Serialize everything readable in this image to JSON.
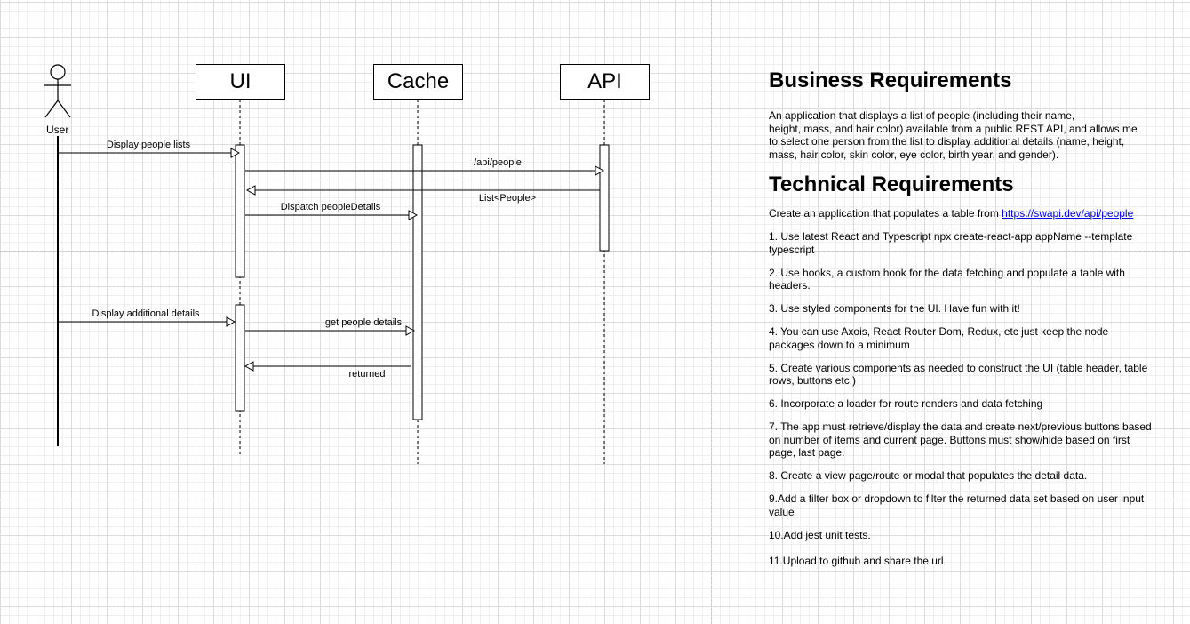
{
  "actor": {
    "label": "User"
  },
  "participants": {
    "ui": "UI",
    "cache": "Cache",
    "api": "API"
  },
  "messages": {
    "display_people_lists": "Display people lists",
    "api_people": "/api/people",
    "list_people": "List<People>",
    "dispatch_people_details": "Dispatch peopleDetails",
    "display_additional_details": "Display additional details",
    "get_people_details": "get people details",
    "returned": "returned"
  },
  "business": {
    "heading": "Business Requirements",
    "line1": "An application that displays a list of people (including their name,",
    "line2": "height, mass, and hair color) available from a public REST API, and allows me",
    "line3": "to select one person from the list to display additional details (name, height,",
    "line4": "mass, hair color, skin color, eye color, birth year, and gender)."
  },
  "technical": {
    "heading": "Technical Requirements",
    "intro_text": "Create an application that populates a table from ",
    "intro_link": "https://swapi.dev/api/people",
    "items": [
      {
        "l1": "1. Use latest React and Typescript npx create-react-app appName --template",
        "l2": "typescript"
      },
      {
        "l1": "2. Use hooks, a custom hook for the data fetching and populate a table with",
        "l2": "headers."
      },
      {
        "l1": "3. Use styled components for the UI. Have fun with it!"
      },
      {
        "l1": "4. You can use Axois, React Router Dom, Redux, etc just keep the node",
        "l2": "packages down to a minimum"
      },
      {
        "l1": "5. Create various components as needed to construct the UI (table header, table",
        "l2": "rows, buttons etc.)"
      },
      {
        "l1": "6. Incorporate a loader for route renders and data fetching"
      },
      {
        "l1": "7. The app must retrieve/display the data and create next/previous buttons based",
        "l2": "on number of items and current page. Buttons must show/hide based on first",
        "l3": "page, last page."
      },
      {
        "l1": "8. Create a view page/route or modal that populates the detail data."
      },
      {
        "l1": "9.Add a filter box or dropdown to filter the returned data set based on user input",
        "l2": "value"
      },
      {
        "l1": "10.Add jest unit tests."
      },
      {
        "l1": "11.Upload to github and share the url"
      }
    ]
  }
}
